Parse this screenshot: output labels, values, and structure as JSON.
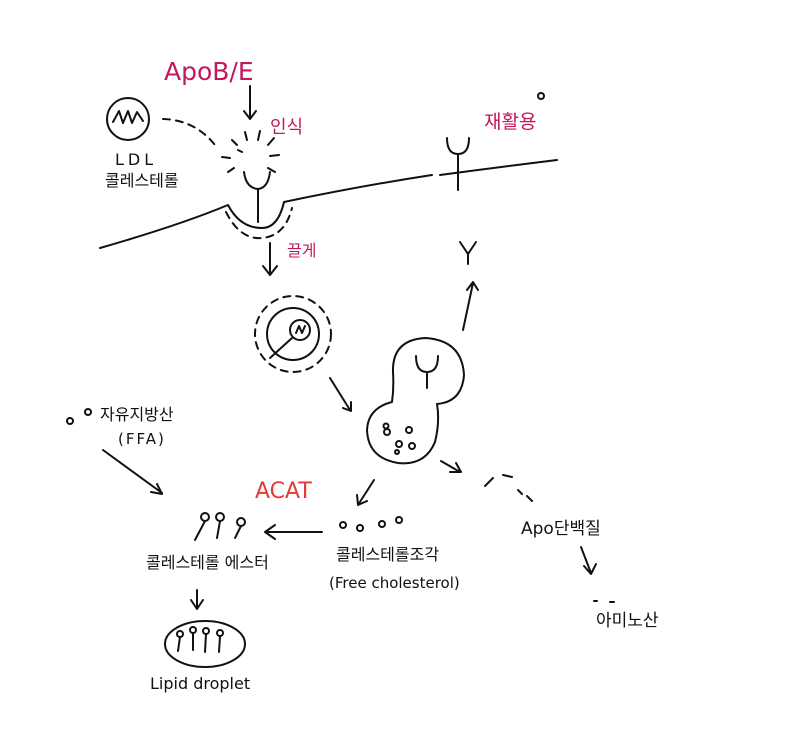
{
  "labels": {
    "apob_e": "ApoB/E",
    "binding": "인식",
    "recycling": "재활용",
    "ldl": "LDL",
    "ldl_cholesterol": "콜레스테롤",
    "endocytosis": "끌게",
    "ffa_korean": "자유지방산",
    "ffa": "(FFA)",
    "acat": "ACAT",
    "cholesterol_ester": "콜레스테롤 에스터",
    "free_cholesterol_korean": "콜레스테롤조각",
    "free_cholesterol": "(Free cholesterol)",
    "apo_protein": "Apo단백질",
    "amino_acid": "아미노산",
    "lipid_droplet": "Lipid droplet"
  },
  "colors": {
    "ink": "#111111",
    "magenta": "#c2185b",
    "red": "#e53935"
  }
}
